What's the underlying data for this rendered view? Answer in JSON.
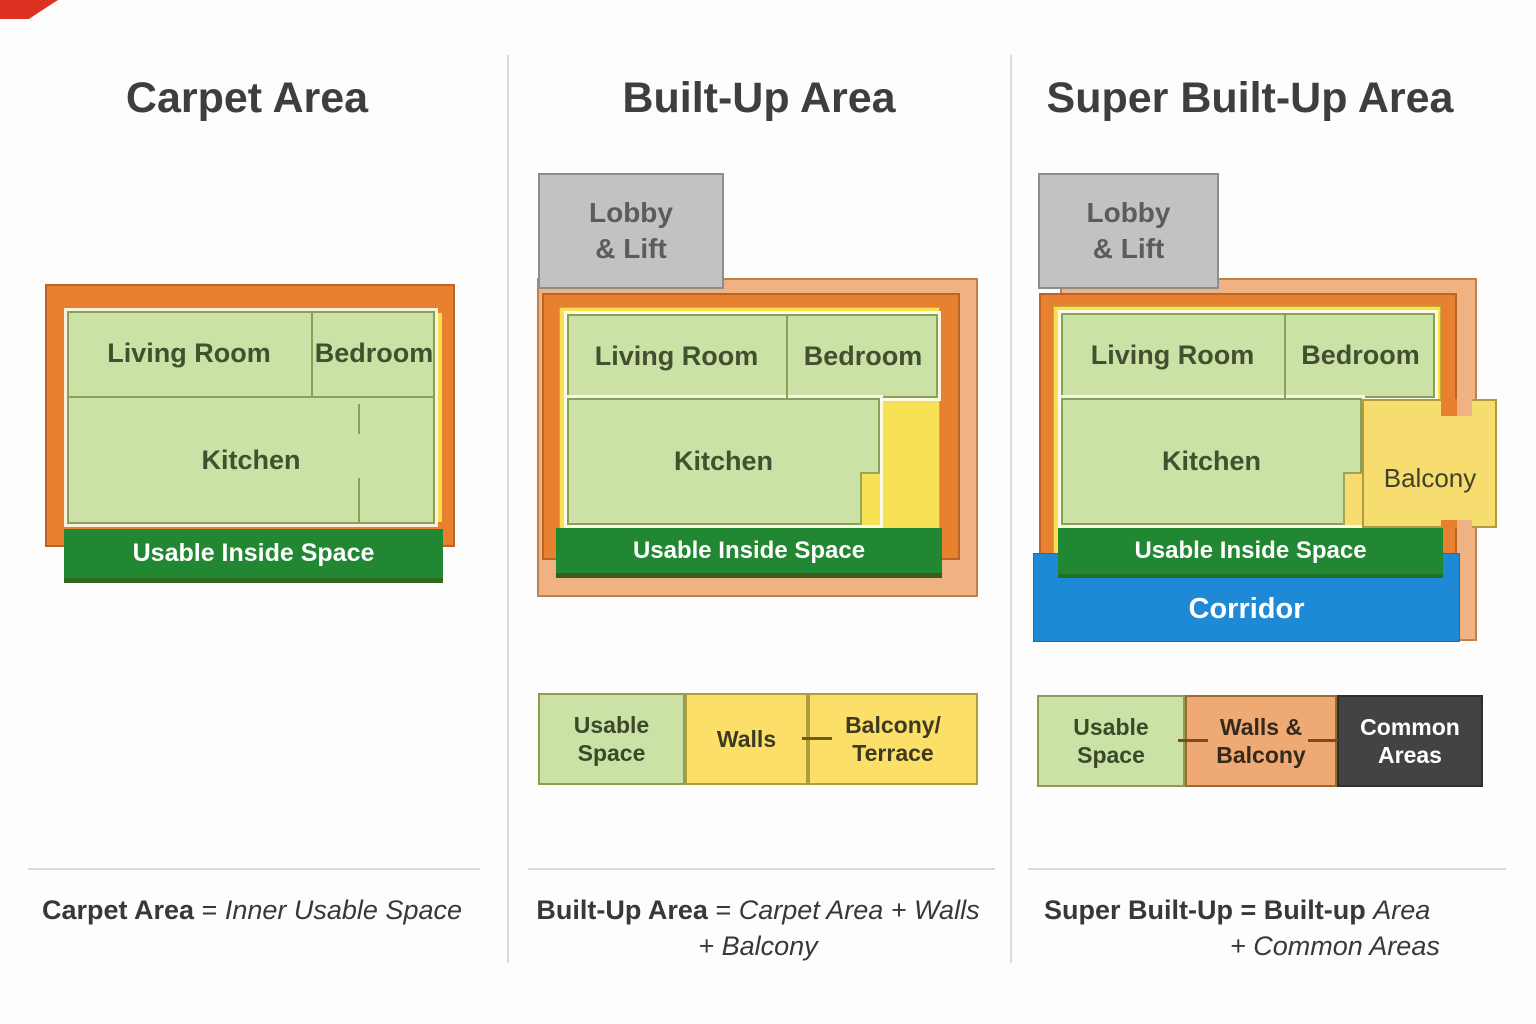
{
  "palette": {
    "wall_orange": "#e8812f",
    "built_up_peach": "#f0b183",
    "room_green": "#cbe1a6",
    "usable_bar_green": "#218733",
    "walls_yellow": "#f8e155",
    "balcony_yellow": "#f7dc6f",
    "corridor_blue": "#1e8ad6",
    "lobby_gray": "#c2c2c2",
    "walls_balcony_tan": "#efa973",
    "common_areas_dark": "#434343"
  },
  "columns": [
    {
      "title": "Carpet Area",
      "rooms": {
        "living": "Living Room",
        "bedroom": "Bedroom",
        "kitchen": "Kitchen"
      },
      "usable_bar": "Usable Inside Space",
      "formula": {
        "bold": "Carpet Area",
        "eq": " = ",
        "italic": "Inner Usable Space",
        "line2": ""
      }
    },
    {
      "title": "Built-Up Area",
      "lobby": "Lobby\n& Lift",
      "rooms": {
        "living": "Living Room",
        "bedroom": "Bedroom",
        "kitchen": "Kitchen"
      },
      "usable_bar": "Usable Inside Space",
      "legend": [
        {
          "label": "Usable\nSpace"
        },
        {
          "label": "Walls"
        },
        {
          "label": "Balcony/\nTerrace"
        }
      ],
      "formula": {
        "bold": "Built-Up Area",
        "eq": " = ",
        "italic": "Carpet Area + Walls",
        "line2": "+ Balcony"
      }
    },
    {
      "title": "Super Built-Up Area",
      "lobby": "Lobby\n& Lift",
      "rooms": {
        "living": "Living Room",
        "bedroom": "Bedroom",
        "kitchen": "Kitchen"
      },
      "balcony": "Balcony",
      "usable_bar": "Usable Inside Space",
      "corridor": "Corridor",
      "legend": [
        {
          "label": "Usable\nSpace"
        },
        {
          "label": "Walls &\nBalcony"
        },
        {
          "label": "Common\nAreas"
        }
      ],
      "formula": {
        "bold": "Super Built-Up = Built-up",
        "eq": " ",
        "italic": "Area",
        "line2": "+ Common Areas"
      }
    }
  ]
}
